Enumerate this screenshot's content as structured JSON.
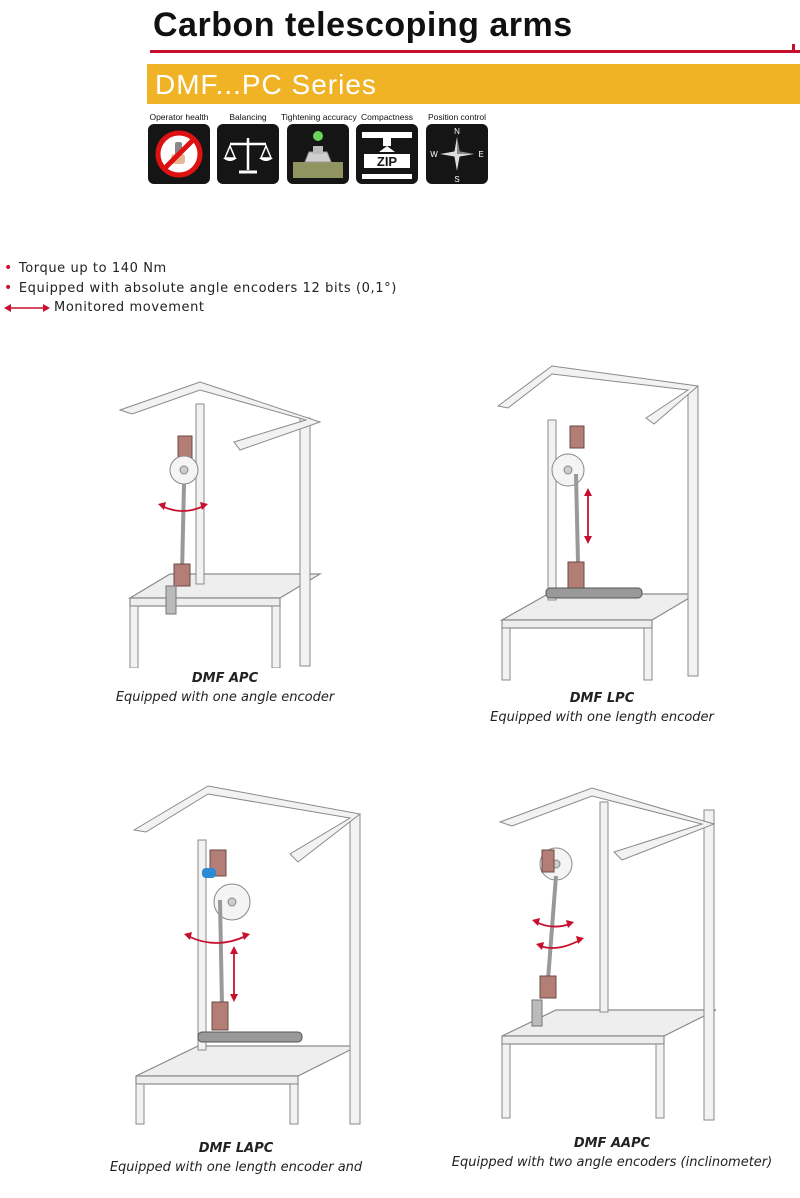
{
  "header": {
    "title": "Carbon telescoping arms",
    "series": "DMF...PC Series"
  },
  "icons": [
    {
      "label": "Operator health",
      "icon": "no-hand-icon"
    },
    {
      "label": "Balancing",
      "icon": "scale-icon"
    },
    {
      "label": "Tightening accuracy",
      "icon": "nut-icon"
    },
    {
      "label": "Compactness",
      "icon": "zip-icon"
    },
    {
      "label": "Position control",
      "icon": "compass-icon",
      "compass": {
        "n": "N",
        "s": "S",
        "e": "E",
        "w": "W"
      }
    }
  ],
  "icon_zip_text": "ZIP",
  "features": {
    "items": [
      "Torque up to 140 Nm",
      "Equipped with absolute angle encoders 12 bits (0,1°)"
    ],
    "legend": "Monitored movement"
  },
  "colors": {
    "accent_red": "#c8102e",
    "series_yellow": "#f0b326"
  },
  "models": [
    {
      "name": "DMF APC",
      "description": "Equipped with one angle encoder"
    },
    {
      "name": "DMF LPC",
      "description": "Equipped with one  length encoder"
    },
    {
      "name": "DMF LAPC",
      "description": "Equipped with one length encoder and"
    },
    {
      "name": "DMF AAPC",
      "description": "Equipped with two angle encoders (inclinometer)"
    }
  ]
}
